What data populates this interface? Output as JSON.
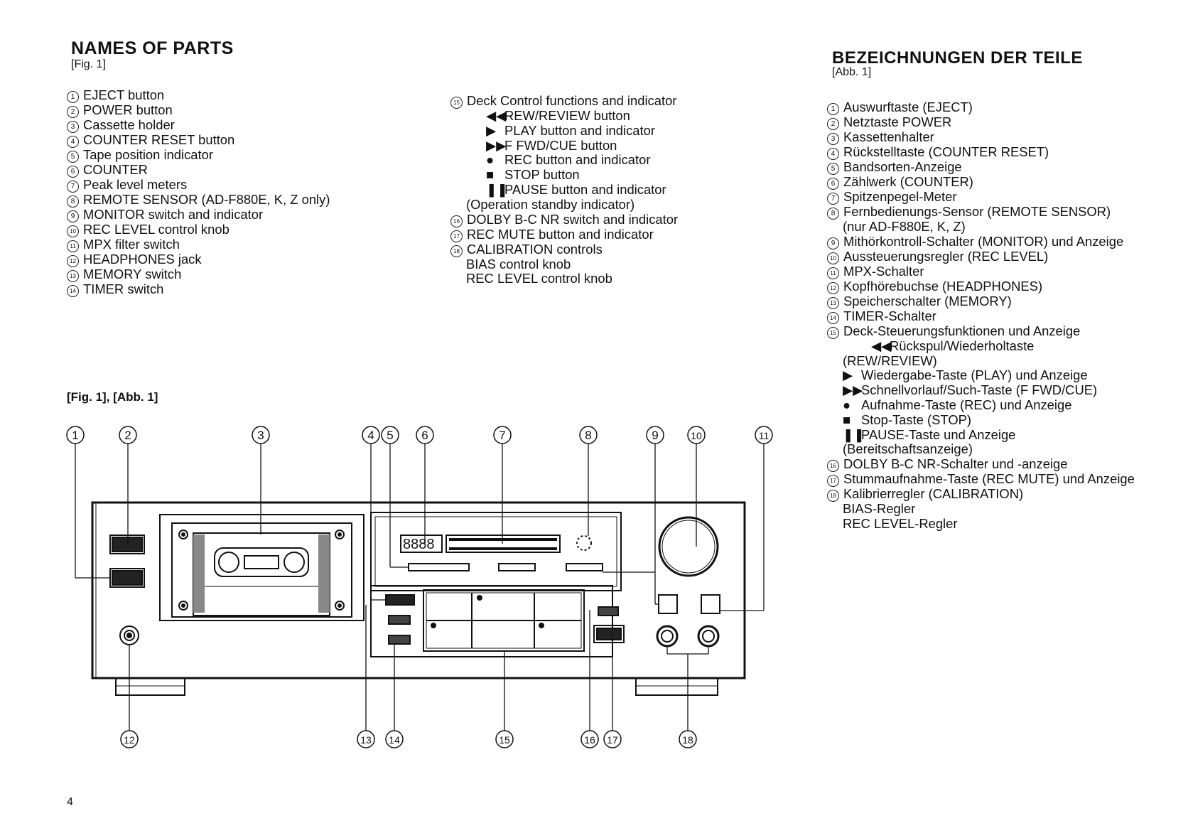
{
  "left": {
    "title": "NAMES OF PARTS",
    "fig_ref": "[Fig. 1]",
    "parts": [
      {
        "n": "1",
        "text": "EJECT button"
      },
      {
        "n": "2",
        "text": "POWER button"
      },
      {
        "n": "3",
        "text": "Cassette holder"
      },
      {
        "n": "4",
        "text": "COUNTER RESET button"
      },
      {
        "n": "5",
        "text": "Tape position indicator"
      },
      {
        "n": "6",
        "text": "COUNTER"
      },
      {
        "n": "7",
        "text": "Peak level meters"
      },
      {
        "n": "8",
        "text": "REMOTE SENSOR (AD-F880E, K, Z only)"
      },
      {
        "n": "9",
        "text": "MONITOR switch and indicator"
      },
      {
        "n": "10",
        "text": "REC LEVEL control knob"
      },
      {
        "n": "11",
        "text": "MPX filter switch"
      },
      {
        "n": "12",
        "text": "HEADPHONES jack"
      },
      {
        "n": "13",
        "text": "MEMORY switch"
      },
      {
        "n": "14",
        "text": "TIMER switch"
      }
    ]
  },
  "middle": {
    "item15": {
      "n": "15",
      "text": "Deck Control functions and indicator"
    },
    "deck_controls": [
      {
        "sym": "◀◀",
        "text": "REW/REVIEW button"
      },
      {
        "sym": "▶",
        "text": "PLAY button and indicator"
      },
      {
        "sym": "▶▶",
        "text": "F FWD/CUE button"
      },
      {
        "sym": "●",
        "text": "REC button and indicator"
      },
      {
        "sym": "■",
        "text": "STOP button"
      },
      {
        "sym": "❚❚",
        "text": "PAUSE button and indicator"
      }
    ],
    "pause_note": "(Operation standby indicator)",
    "item16": {
      "n": "16",
      "text": "DOLBY B-C NR switch and indicator"
    },
    "item17": {
      "n": "17",
      "text": "REC MUTE button and indicator"
    },
    "item18": {
      "n": "18",
      "text": "CALIBRATION controls"
    },
    "cal_sub": [
      "BIAS control knob",
      "REC LEVEL control knob"
    ]
  },
  "right": {
    "title": "BEZEICHNUNGEN DER TEILE",
    "fig_ref": "[Abb. 1]",
    "parts": [
      {
        "n": "1",
        "text": "Auswurftaste (EJECT)"
      },
      {
        "n": "2",
        "text": "Netztaste POWER"
      },
      {
        "n": "3",
        "text": "Kassettenhalter"
      },
      {
        "n": "4",
        "text": "Rückstelltaste (COUNTER RESET)"
      },
      {
        "n": "5",
        "text": "Bandsorten-Anzeige"
      },
      {
        "n": "6",
        "text": "Zählwerk (COUNTER)"
      },
      {
        "n": "7",
        "text": "Spitzenpegel-Meter"
      },
      {
        "n": "8",
        "text": "Fernbedienungs-Sensor (REMOTE SENSOR)"
      }
    ],
    "part8_note": "(nur AD-F880E, K, Z)",
    "parts2": [
      {
        "n": "9",
        "text": "Mithörkontroll-Schalter (MONITOR) und Anzeige"
      },
      {
        "n": "10",
        "text": "Aussteuerungsregler (REC LEVEL)"
      },
      {
        "n": "11",
        "text": "MPX-Schalter"
      },
      {
        "n": "12",
        "text": "Kopfhörebuchse (HEADPHONES)"
      },
      {
        "n": "13",
        "text": "Speicherschalter (MEMORY)"
      },
      {
        "n": "14",
        "text": "TIMER-Schalter"
      },
      {
        "n": "15",
        "text": "Deck-Steuerungsfunktionen und Anzeige"
      }
    ],
    "deck_rew": {
      "sym": "◀◀",
      "text": "Rückspul/Wiederholtaste"
    },
    "deck_rew_cont": "(REW/REVIEW)",
    "deck_controls": [
      {
        "sym": "▶",
        "text": "Wiedergabe-Taste (PLAY) und Anzeige"
      },
      {
        "sym": "▶▶",
        "text": "Schnellvorlauf/Such-Taste (F FWD/CUE)"
      },
      {
        "sym": "●",
        "text": "Aufnahme-Taste (REC) und Anzeige"
      },
      {
        "sym": "■",
        "text": "Stop-Taste (STOP)"
      },
      {
        "sym": "❚❚",
        "text": "PAUSE-Taste und Anzeige"
      }
    ],
    "pause_note": "(Bereitschaftsanzeige)",
    "parts3": [
      {
        "n": "16",
        "text": "DOLBY B-C NR-Schalter und -anzeige"
      },
      {
        "n": "17",
        "text": "Stummaufnahme-Taste (REC MUTE) und Anzeige"
      },
      {
        "n": "18",
        "text": "Kalibrierregler (CALIBRATION)"
      }
    ],
    "cal_sub": [
      "BIAS-Regler",
      "REC LEVEL-Regler"
    ]
  },
  "figure": {
    "label": "[Fig. 1], [Abb. 1]",
    "counter_display": "8888",
    "callouts_top": [
      "1",
      "2",
      "3",
      "4",
      "5",
      "6",
      "7",
      "8",
      "9",
      "10",
      "11"
    ],
    "callouts_bottom": [
      "12",
      "13",
      "14",
      "15",
      "16",
      "17",
      "18"
    ]
  },
  "page_number": "4"
}
